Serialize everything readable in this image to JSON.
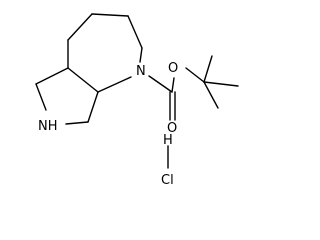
{
  "molecule": {
    "atoms": {
      "ring_nitrogen": "N",
      "pyrrolidine_nh": "NH",
      "ester_oxygen": "O",
      "carbonyl_oxygen": "O",
      "hcl_hydrogen": "H",
      "hcl_chlorine": "Cl"
    }
  },
  "colors": {
    "bond": "#000000",
    "label": "#000000",
    "background": "#ffffff"
  }
}
